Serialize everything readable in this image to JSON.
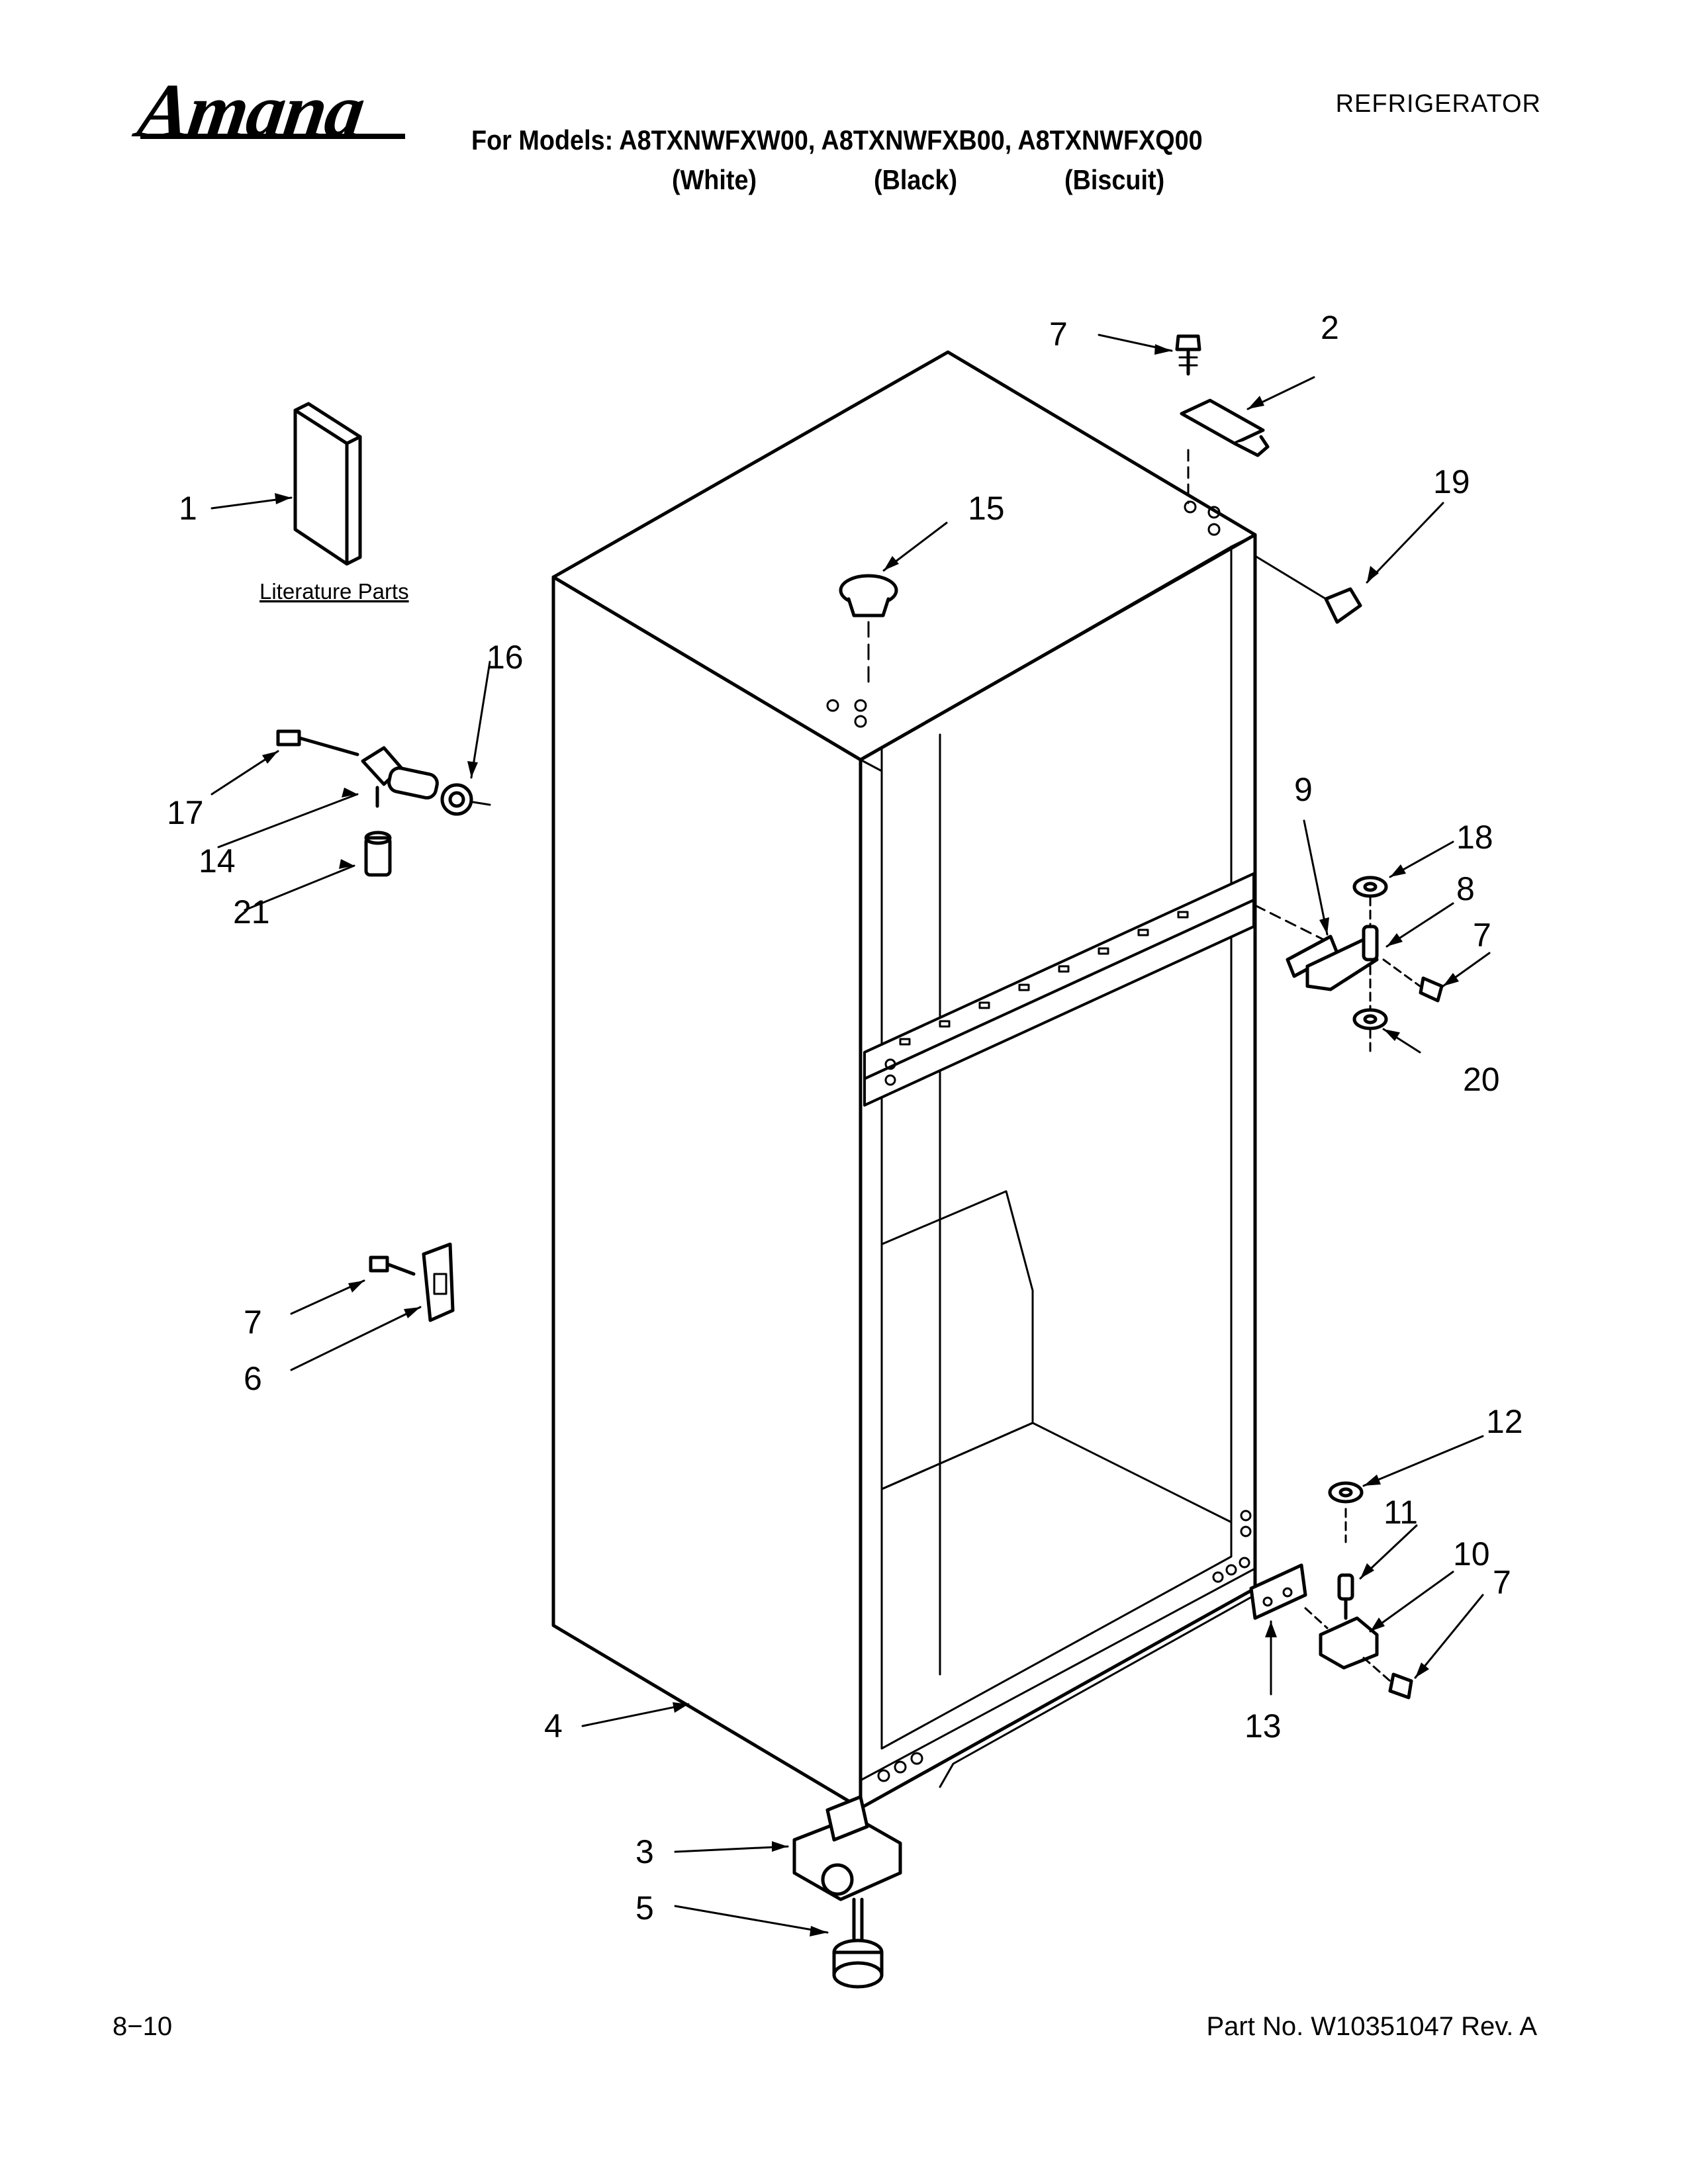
{
  "header": {
    "brand": "Amana",
    "category": "REFRIGERATOR",
    "models_line": "For Models: A8TXNWFXW00, A8TXNWFXB00, A8TXNWFXQ00",
    "variants": [
      "(White)",
      "(Black)",
      "(Biscuit)"
    ]
  },
  "diagram": {
    "literature_label": "Literature Parts",
    "callouts": [
      "1",
      "2",
      "3",
      "4",
      "5",
      "6",
      "7",
      "7",
      "7",
      "7",
      "7",
      "8",
      "9",
      "10",
      "11",
      "12",
      "13",
      "14",
      "15",
      "16",
      "17",
      "18",
      "19",
      "20",
      "21"
    ]
  },
  "footer": {
    "page": "8−10",
    "part_no": "Part No. W10351047 Rev. A"
  }
}
